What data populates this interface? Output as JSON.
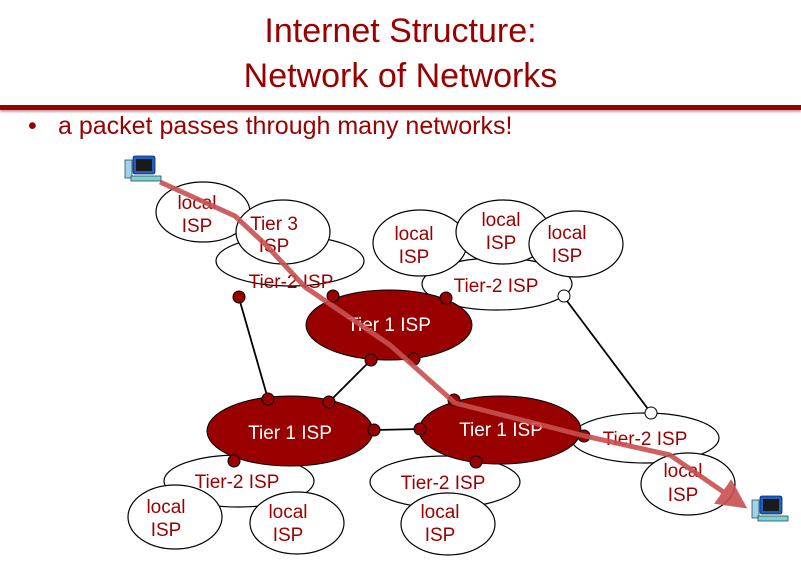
{
  "slide": {
    "title_line1": "Internet Structure:",
    "title_line2": "Network of Networks",
    "bullet": "a packet passes through many networks!",
    "bullet_marker": "•"
  },
  "colors": {
    "accent": "#990000",
    "tier1_fill": "#990000",
    "path": "#c85050",
    "text_white": "#ffffff"
  },
  "diagram": {
    "tier1": [
      {
        "label": "Tier 1 ISP"
      },
      {
        "label": "Tier 1 ISP"
      },
      {
        "label": "Tier 1 ISP"
      }
    ],
    "tier2": [
      {
        "label": "Tier-2 ISP"
      },
      {
        "label": "Tier-2 ISP"
      },
      {
        "label": "Tier-2 ISP"
      },
      {
        "label": "Tier-2 ISP"
      },
      {
        "label": "Tier-2 ISP"
      }
    ],
    "tier3": {
      "line1": "Tier 3",
      "line2": "ISP"
    },
    "local_isp": {
      "line1": "local",
      "line2": "ISP"
    },
    "hosts": [
      {
        "icon": "computer-icon",
        "role": "source"
      },
      {
        "icon": "computer-icon",
        "role": "destination"
      }
    ]
  }
}
